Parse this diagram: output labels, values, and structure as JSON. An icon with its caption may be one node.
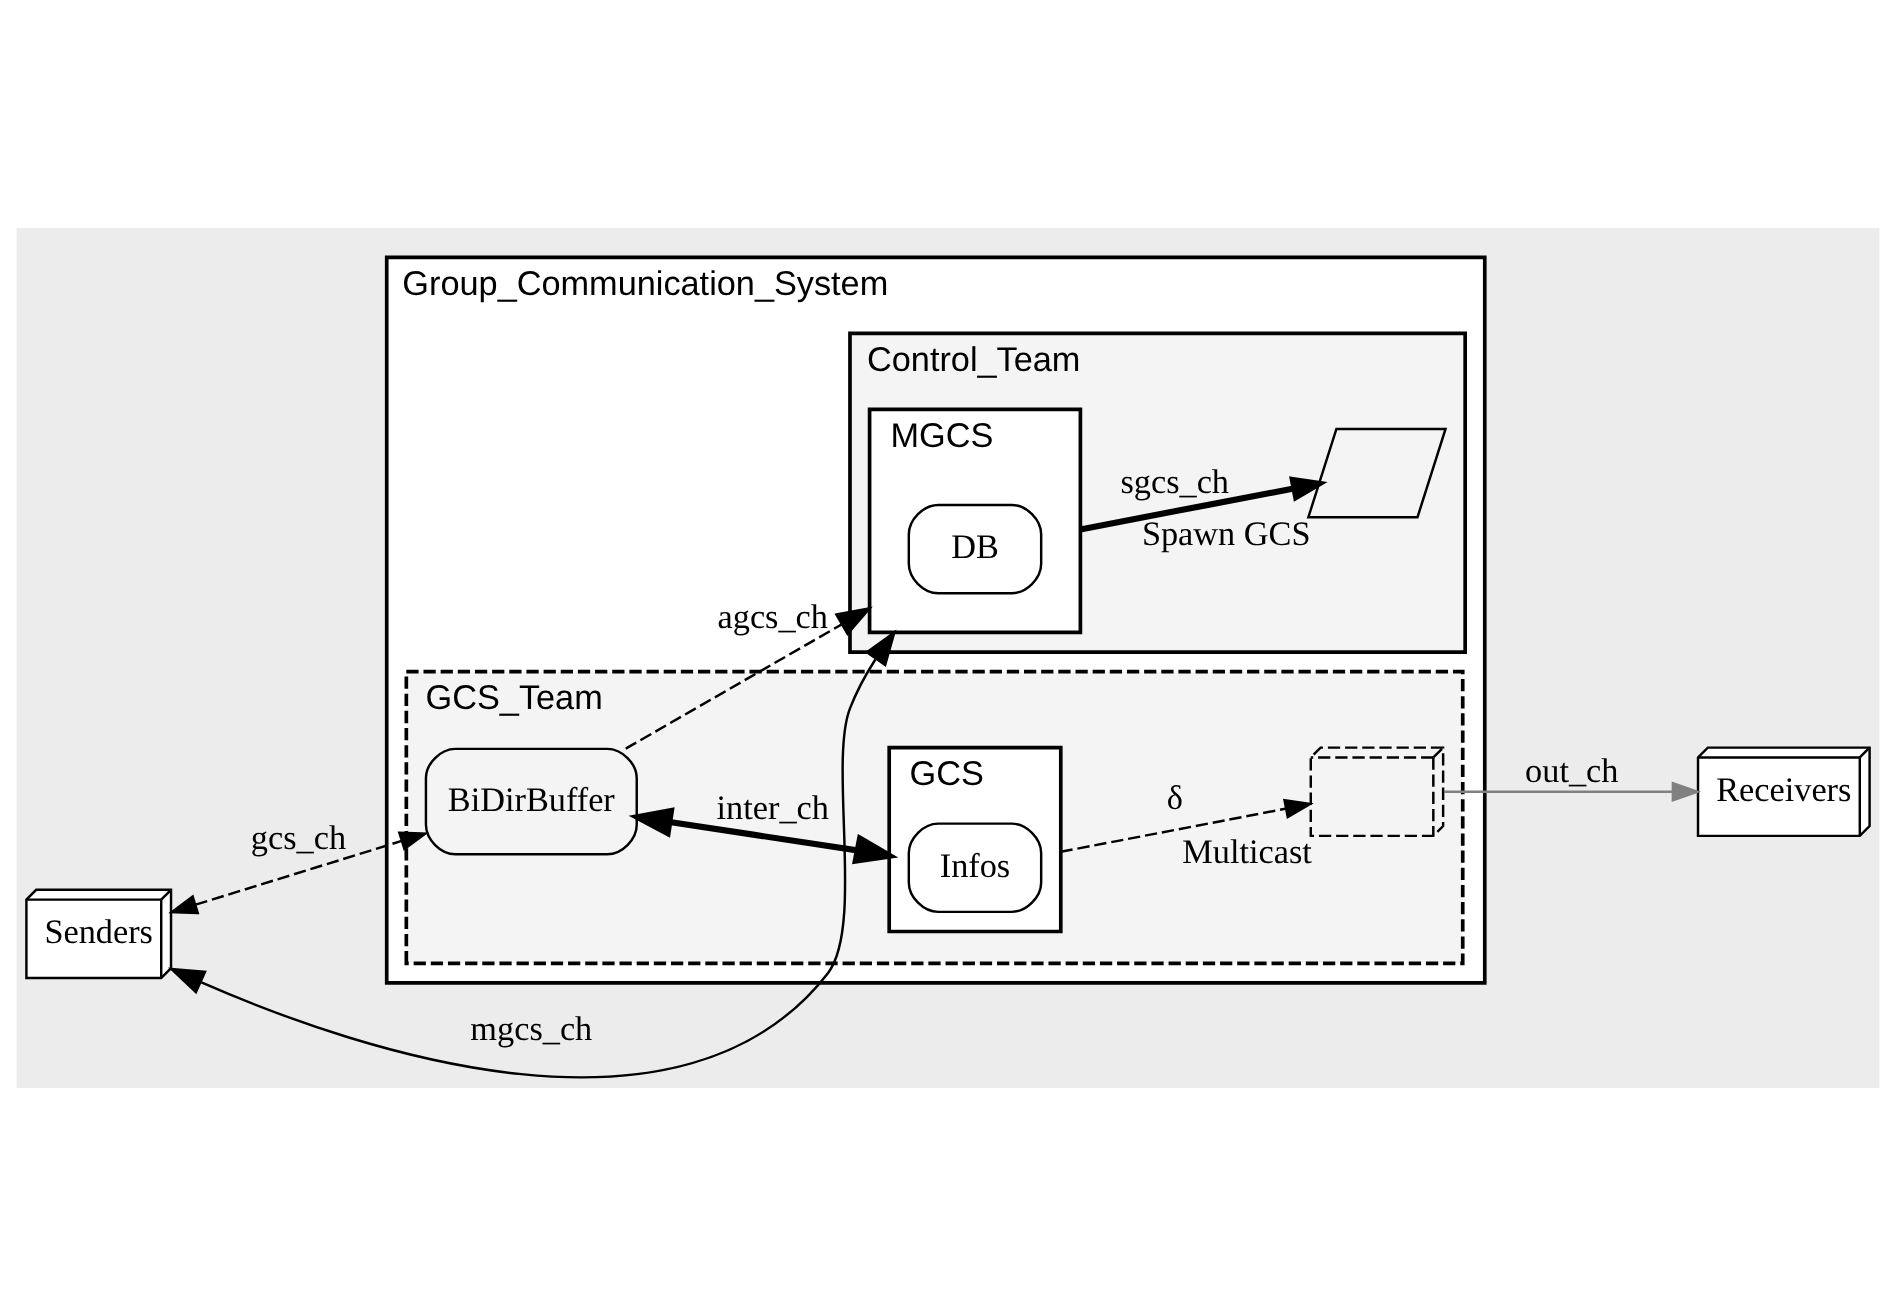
{
  "diagram": {
    "nodes": [
      {
        "text": [
          "Group_Communication_System"
        ]
      },
      {
        "text": [
          "Control_Team"
        ],
        "in": 0
      },
      {
        "text": [
          "MGCS"
        ],
        "in": 1
      },
      {
        "text": [
          "DB"
        ],
        "in": 2
      },
      {
        "text": [
          "Spawn GCS"
        ],
        "in": 1
      },
      {
        "text": [
          "GCS_Team"
        ],
        "in": 0
      },
      {
        "text": [
          "BiDirBuffer"
        ],
        "in": 5
      },
      {
        "text": [
          "GCS"
        ],
        "in": 5
      },
      {
        "text": [
          "Infos"
        ],
        "in": 7
      },
      {
        "text": [
          "Multicast"
        ],
        "in": 5
      },
      {
        "text": [
          "Senders"
        ]
      },
      {
        "text": [
          "Receivers"
        ]
      }
    ],
    "edges": [
      {
        "from": 10,
        "to": 2,
        "arrow": "both",
        "label": "mgcs_ch"
      },
      {
        "from": 2,
        "to": 4,
        "arrow": "to",
        "label": "sgcs_ch",
        "style": "thick"
      },
      {
        "from": 6,
        "to": 2,
        "arrow": "to",
        "label": "agcs_ch",
        "style": "dashed"
      },
      {
        "from": 6,
        "to": 10,
        "arrow": "both",
        "label": "gcs_ch",
        "style": "dashed"
      },
      {
        "from": 6,
        "to": 7,
        "arrow": "both",
        "label": "inter_ch",
        "style": "thick"
      },
      {
        "from": 7,
        "to": 9,
        "arrow": "to",
        "label": "δ",
        "style": "dashed"
      },
      {
        "from": 9,
        "to": 11,
        "arrow": "to",
        "label": "out_ch",
        "color": "#808080"
      }
    ]
  }
}
